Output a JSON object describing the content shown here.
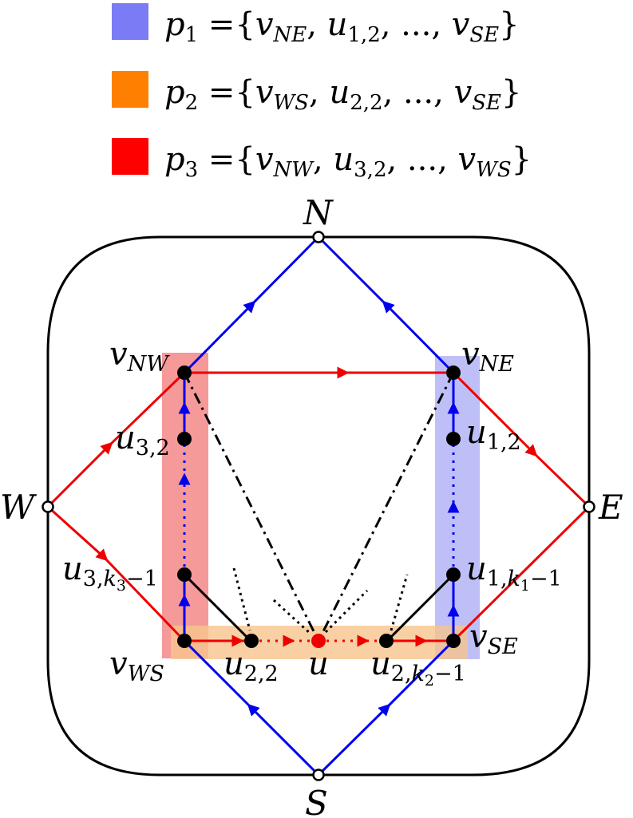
{
  "legend": {
    "p1": {
      "color": "#7b7bf5",
      "name": "p",
      "sub": "1",
      "lhs": " ={",
      "v1": "v",
      "v1sub": "NE",
      "u": "u",
      "usub": "1,2",
      "dots": ", ..., ",
      "v2": "v",
      "v2sub": "SE",
      "close": "}"
    },
    "p2": {
      "color": "#ff8000",
      "name": "p",
      "sub": "2",
      "lhs": " ={",
      "v1": "v",
      "v1sub": "WS",
      "u": "u",
      "usub": "2,2",
      "dots": ", ..., ",
      "v2": "v",
      "v2sub": "SE",
      "close": "}"
    },
    "p3": {
      "color": "#ff0000",
      "name": "p",
      "sub": "3",
      "lhs": " ={",
      "v1": "v",
      "v1sub": "NW",
      "u": "u",
      "usub": "3,2",
      "dots": ", ..., ",
      "v2": "v",
      "v2sub": "WS",
      "close": "}"
    }
  },
  "colors": {
    "blue_path": "#0000ee",
    "red_path": "#ee0000",
    "p1_highlight": "#aaaaf5",
    "p2_highlight": "#f7c48c",
    "p3_highlight": "#f27777"
  },
  "labels": {
    "N": "N",
    "S": "S",
    "W": "W",
    "E": "E",
    "vNW": {
      "base": "v",
      "sub": "NW"
    },
    "vNE": {
      "base": "v",
      "sub": "NE"
    },
    "vWS": {
      "base": "v",
      "sub": "WS"
    },
    "vSE": {
      "base": "v",
      "sub": "SE"
    },
    "u32": {
      "base": "u",
      "sub": "3,2"
    },
    "u12": {
      "base": "u",
      "sub": "1,2"
    },
    "u3k": {
      "base": "u",
      "sub": "3,",
      "subsub": "k",
      "subsubsub": "3",
      "tail": "−1"
    },
    "u1k": {
      "base": "u",
      "sub": "1,",
      "subsub": "k",
      "subsubsub": "1",
      "tail": "−1"
    },
    "u22": {
      "base": "u",
      "sub": "2,2"
    },
    "u": "u",
    "u2k": {
      "base": "u",
      "sub": "2,",
      "subsub": "k",
      "subsubsub": "2",
      "tail": "−1"
    }
  }
}
